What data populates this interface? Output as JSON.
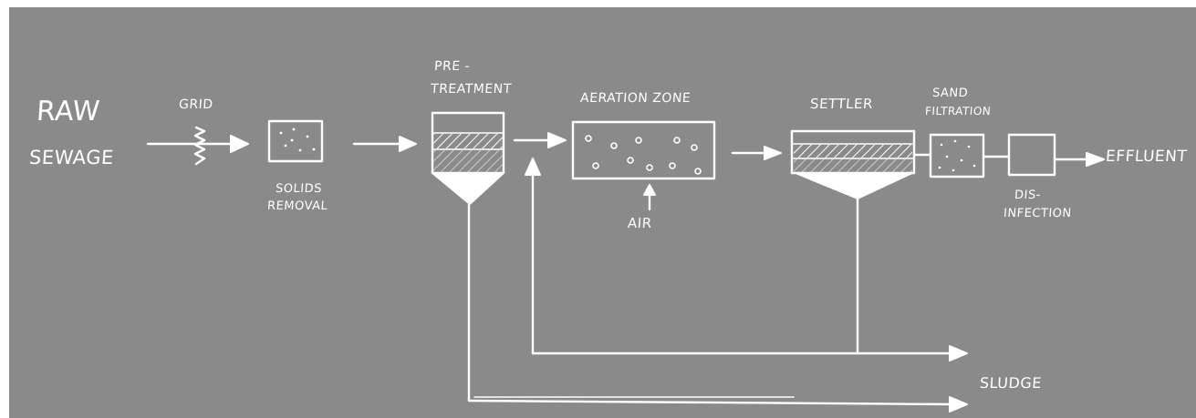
{
  "labels": {
    "raw_sewage_1": "Raw",
    "raw_sewage_2": "Sewage",
    "grid": "Grid",
    "solids_removal_1": "Solids",
    "solids_removal_2": "Removal",
    "pretreatment_1": "Pre -",
    "pretreatment_2": "Treatment",
    "aeration_zone": "Aeration Zone",
    "air": "Air",
    "settler": "Settler",
    "sand_filtration_1": "Sand",
    "sand_filtration_2": "Filtration",
    "disinfection_1": "Dis-",
    "disinfection_2": "Infection",
    "effluent": "Effluent",
    "sludge": "Sludge"
  },
  "colors": {
    "board": "#8a8a8a",
    "chalk": "#ffffff"
  }
}
